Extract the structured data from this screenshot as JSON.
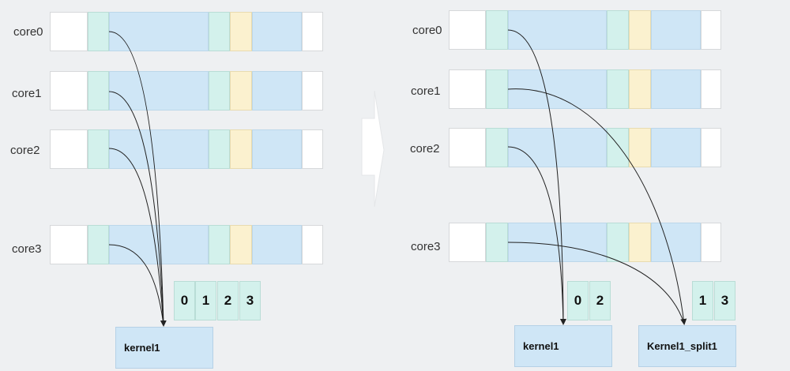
{
  "cores": [
    "core0",
    "core1",
    "core2",
    "core3"
  ],
  "left": {
    "indices": [
      "0",
      "1",
      "2",
      "3"
    ],
    "kernel_label": "kernel1"
  },
  "right": {
    "indices_a": [
      "0",
      "2"
    ],
    "indices_b": [
      "1",
      "3"
    ],
    "kernel_label": "kernel1",
    "split_label": "Kernel1_split1"
  },
  "colors": {
    "background": "#eef0f2",
    "slot_white": "#ffffff",
    "slot_teal": "#d3f1ec",
    "slot_blue": "#cfe6f6",
    "slot_yellow": "#fbf1cf",
    "arrow": "#222222"
  },
  "icons": [
    "right-arrow-icon"
  ]
}
